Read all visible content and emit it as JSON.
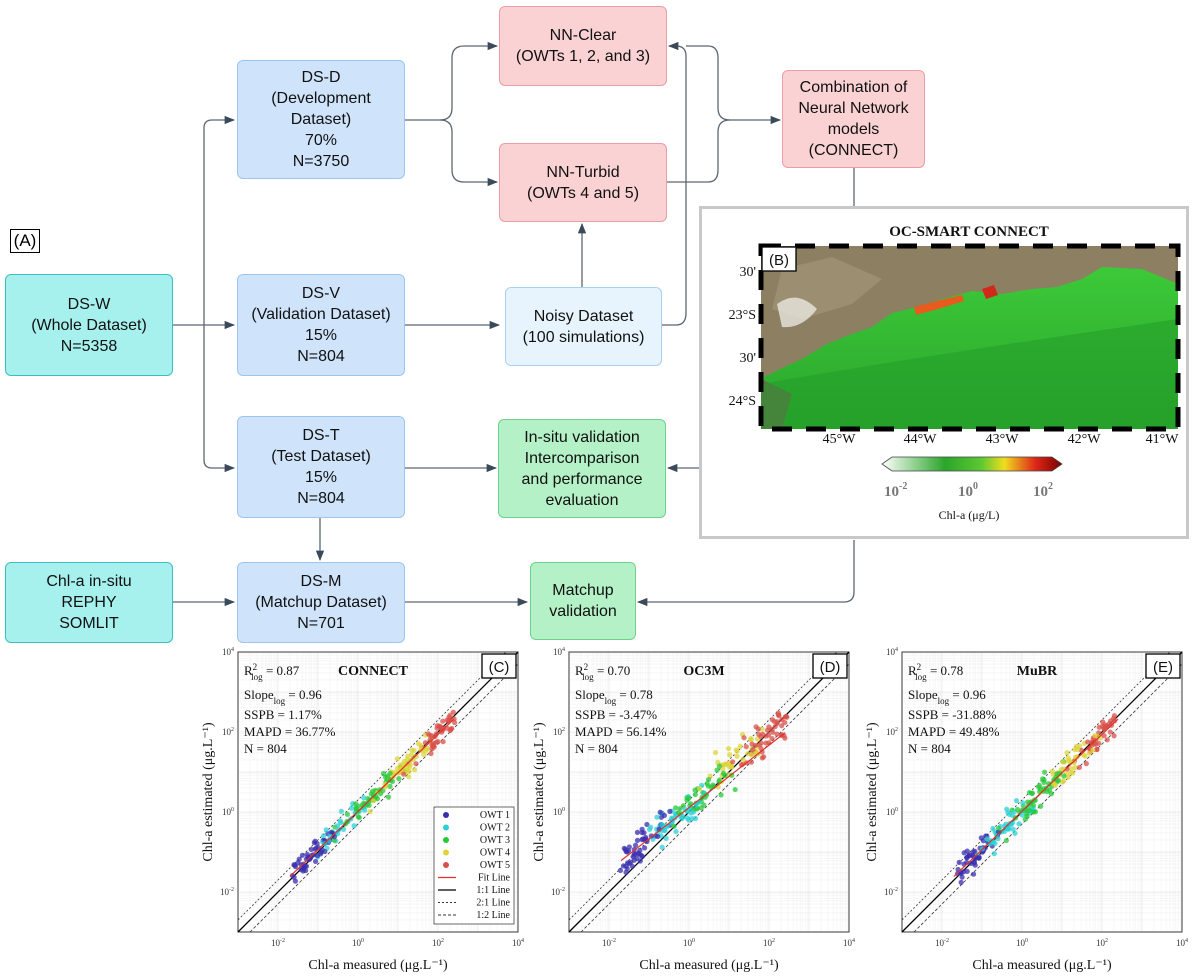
{
  "labels": {
    "a": "(A)",
    "b": "(B)",
    "c": "(C)",
    "d": "(D)",
    "e": "(E)"
  },
  "boxes": {
    "ds_w": "DS-W\n(Whole Dataset)\nN=5358",
    "ds_d": "DS-D\n(Development\nDataset)\n70%\nN=3750",
    "ds_v": "DS-V\n(Validation Dataset)\n15%\nN=804",
    "ds_t": "DS-T\n(Test Dataset)\n15%\nN=804",
    "ds_m": "DS-M\n(Matchup Dataset)\nN=701",
    "chla_insitu": "Chl-a in-situ\nREPHY\nSOMLIT",
    "nn_clear": "NN-Clear\n(OWTs 1, 2, and 3)",
    "nn_turbid": "NN-Turbid\n(OWTs 4 and 5)",
    "noisy": "Noisy Dataset\n(100 simulations)",
    "connect": "Combination of\nNeural Network\nmodels\n(CONNECT)",
    "insitu_val": "In-situ validation\nIntercomparison\nand performance\nevaluation",
    "matchup_val": "Matchup\nvalidation"
  },
  "map": {
    "title": "OC-SMART CONNECT",
    "lat_labels": [
      "30'",
      "23°S",
      "30'",
      "24°S"
    ],
    "lon_labels": [
      "45°W",
      "44°W",
      "43°W",
      "42°W",
      "41°W"
    ],
    "colorbar_ticks": [
      "10",
      "10",
      "10"
    ],
    "colorbar_exps": [
      "-2",
      "0",
      "2"
    ],
    "colorbar_label": "Chl-a (μg/L)",
    "colors": {
      "land": "#8c7f62",
      "water_green": "#35c53d",
      "colorbar": [
        "#ffffff",
        "#1aa52a",
        "#f5e31a",
        "#e01a1a",
        "#6b0000"
      ]
    }
  },
  "scatter_panels": [
    {
      "label": "(C)",
      "title": "CONNECT",
      "r2": "0.87",
      "slope": "0.96",
      "ssbp": "SSPB = 1.17%",
      "mapd": "MAPD = 36.77%",
      "n": "N = 804"
    },
    {
      "label": "(D)",
      "title": "OC3M",
      "r2": "0.70",
      "slope": "0.78",
      "ssbp": "SSPB = -3.47%",
      "mapd": "MAPD = 56.14%",
      "n": "N = 804"
    },
    {
      "label": "(E)",
      "title": "MuBR",
      "r2": "0.78",
      "slope": "0.96",
      "ssbp": "SSPB = -31.88%",
      "mapd": "MAPD = 49.48%",
      "n": "N = 804"
    }
  ],
  "scatter_common": {
    "r2_prefix": "R",
    "r2_sup": "2",
    "r2_sub": "log",
    "r2_eq": " = ",
    "slope_prefix": "Slope",
    "slope_sub": "log",
    "slope_eq": " = ",
    "xlabel": "Chl-a measured (μg.L⁻¹)",
    "ylabel": "Chl-a estimated (μg.L⁻¹)",
    "tick_base": "10",
    "tick_exps": [
      "-2",
      "0",
      "2",
      "4"
    ],
    "legend": [
      "OWT 1",
      "OWT 2",
      "OWT 3",
      "OWT 4",
      "OWT 5",
      "Fit Line",
      "1:1 Line",
      "2:1 Line",
      "1:2 Line"
    ],
    "owt_colors": [
      "#3a2fb0",
      "#2ad1d6",
      "#27c83a",
      "#dcd43a",
      "#d9504a"
    ],
    "fit_color": "#e0322e"
  }
}
